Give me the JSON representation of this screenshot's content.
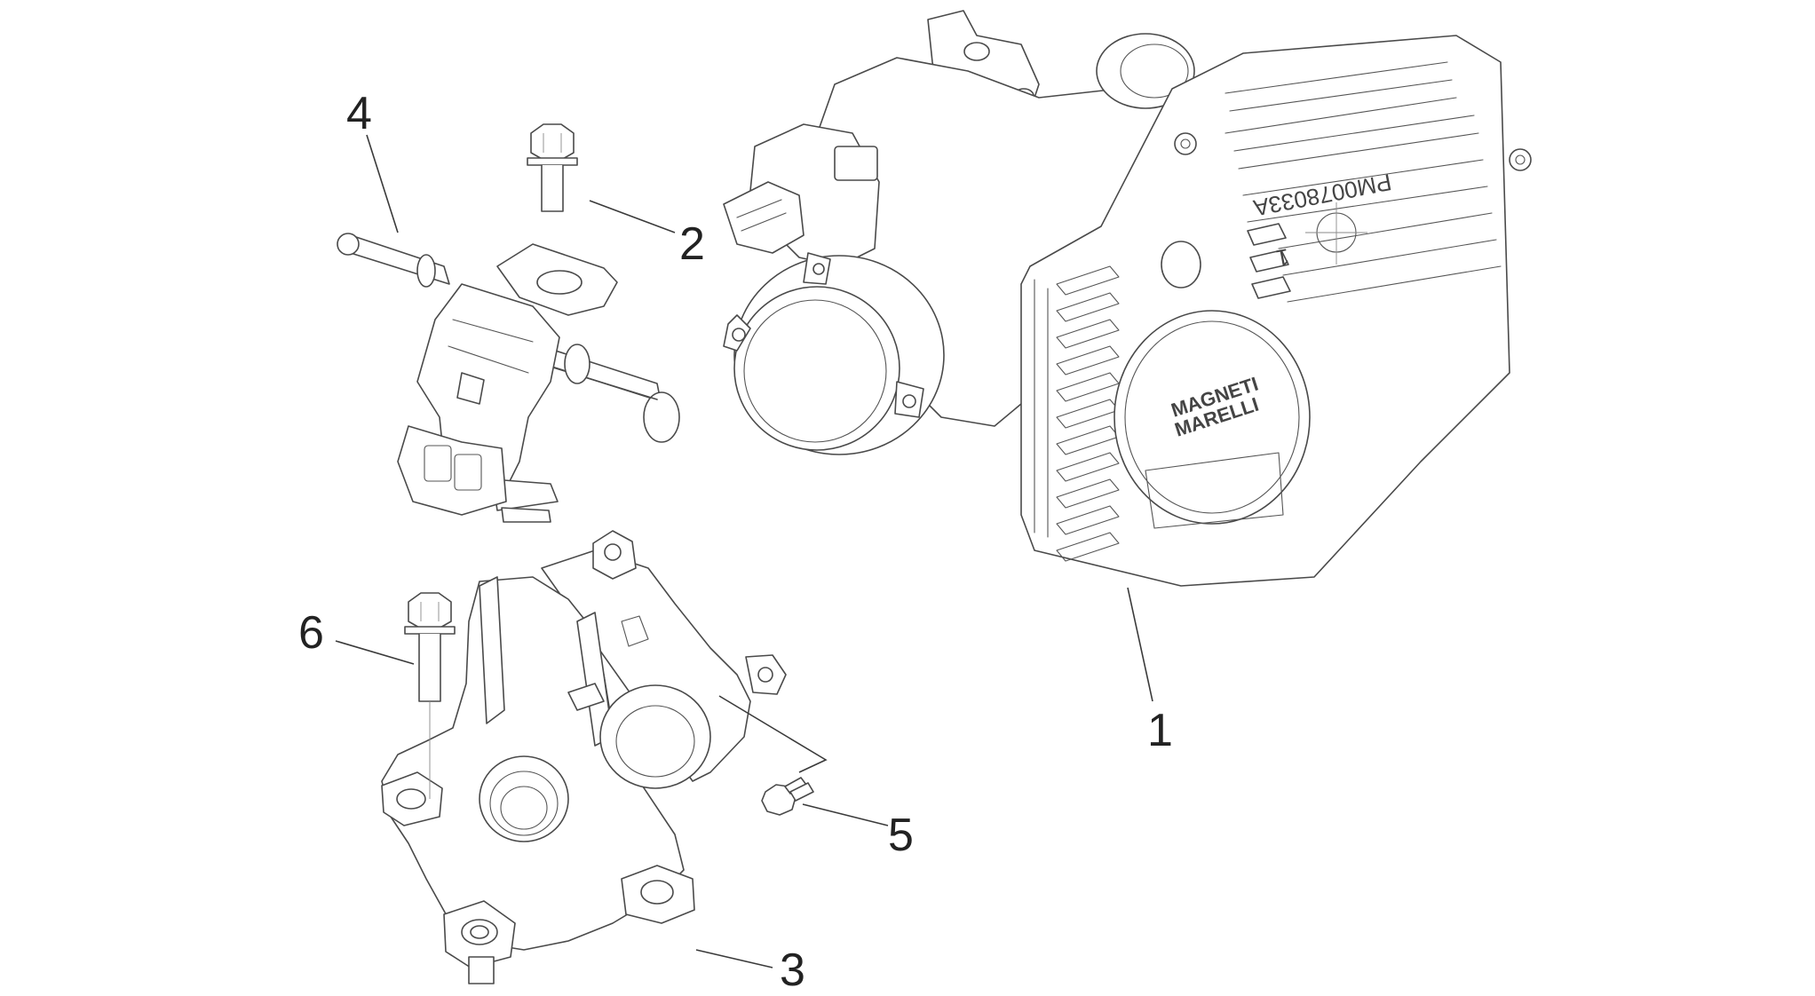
{
  "diagram": {
    "callouts": [
      {
        "id": "1",
        "label": "1"
      },
      {
        "id": "2",
        "label": "2"
      },
      {
        "id": "3",
        "label": "3"
      },
      {
        "id": "4",
        "label": "4"
      },
      {
        "id": "5",
        "label": "5"
      },
      {
        "id": "6",
        "label": "6"
      }
    ],
    "markings": {
      "part_code": "PM0078033A",
      "brand_top": "MAGNETI",
      "brand_bottom": "MARELLI",
      "index": "1"
    }
  }
}
